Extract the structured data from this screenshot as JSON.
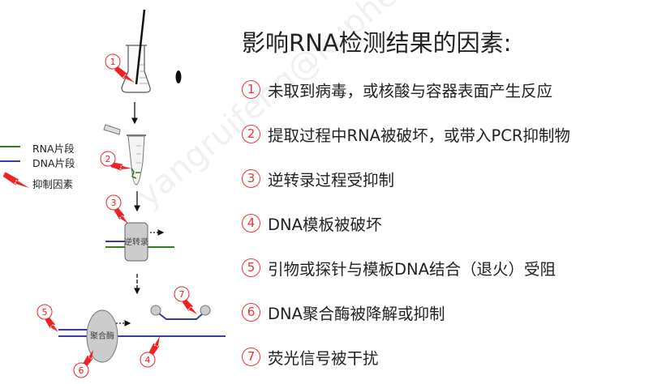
{
  "title": "影响RNA检测结果的因素:",
  "factors": [
    {
      "num": "1",
      "text": "未取到病毒，或核酸与容器表面产生反应"
    },
    {
      "num": "2",
      "text": "提取过程中RNA被破坏，或带入PCR抑制物"
    },
    {
      "num": "3",
      "text": "逆转录过程受抑制"
    },
    {
      "num": "4",
      "text": "DNA模板被破坏"
    },
    {
      "num": "5",
      "text": "引物或探针与模板DNA结合（退火）受阻"
    },
    {
      "num": "6",
      "text": "DNA聚合酶被降解或抑制"
    },
    {
      "num": "7",
      "text": "荧光信号被干扰"
    }
  ],
  "legend": {
    "rna": "RNA片段",
    "dna": "DNA片段",
    "inhibitor": "抑制因素"
  },
  "diagram": {
    "rt_label": "逆转录",
    "polymerase_label": "聚合酶"
  },
  "watermark": "yangruifeng@kuphedu.cn",
  "colors": {
    "rna": "#3a7a1e",
    "dna": "#3a3aa0",
    "accent": "#ee2222"
  }
}
